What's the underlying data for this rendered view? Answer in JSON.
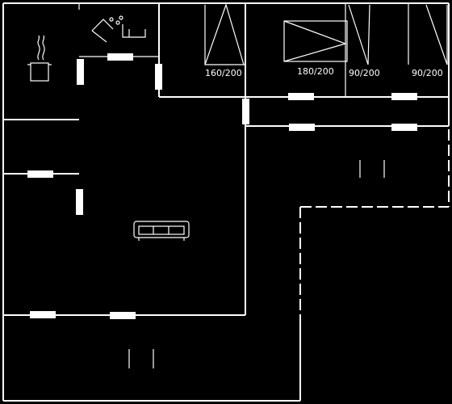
{
  "beds": [
    {
      "label": "160/200"
    },
    {
      "label": "180/200"
    },
    {
      "label": "90/200"
    },
    {
      "label": "90/200"
    }
  ],
  "icons": [
    "cooking-pot-icon",
    "sink-faucet-icon",
    "sofa-icon",
    "pause-marker-icon"
  ]
}
